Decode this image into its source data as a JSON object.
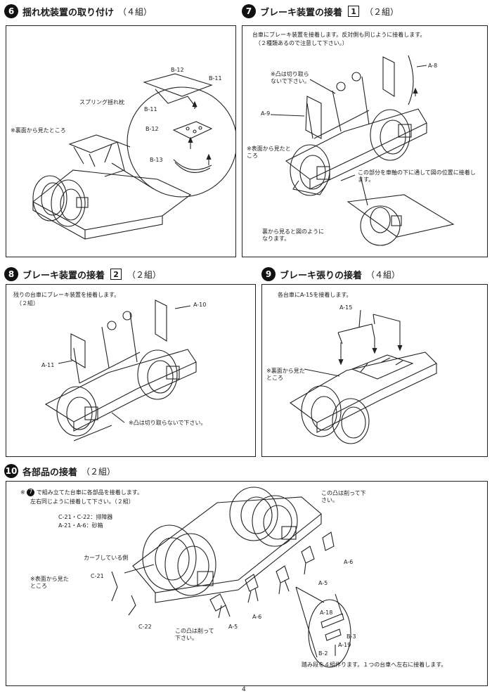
{
  "steps": {
    "s6": {
      "num": "6",
      "title": "揺れ枕装置の取り付け",
      "count": "（４組）",
      "labels": {
        "b12a": "B-12",
        "b11a": "B-11",
        "spring": "スプリング揺れ枕",
        "b11b": "B-11",
        "b12b": "B-12",
        "b13": "B-13",
        "rear": "※裏面から見たところ"
      }
    },
    "s7": {
      "num": "7",
      "title": "ブレーキ装置の接着",
      "box": "1",
      "count": "（２組）",
      "note1": "台車にブレーキ装置を接着します。反対側も同じように接着します。",
      "note2": "（２種類あるので注意して下さい。）",
      "labels": {
        "a8": "A-8",
        "a9": "A-9",
        "tab": "※凸は切り取らないで下さい。",
        "front": "※表面から見たところ",
        "pass": "この部分を車軸の下に通して図の位置に接着します。",
        "back": "裏から見ると図のようになります。"
      }
    },
    "s8": {
      "num": "8",
      "title": "ブレーキ装置の接着",
      "box": "2",
      "count": "（２組）",
      "note1": "残りの台車にブレーキ装置を接着します。",
      "note2": "（２組）",
      "labels": {
        "a10": "A-10",
        "a11": "A-11",
        "tab": "※凸は切り取らないで下さい。"
      }
    },
    "s9": {
      "num": "9",
      "title": "ブレーキ張りの接着",
      "count": "（４組）",
      "note1": "各台車にA-15を接着します。",
      "labels": {
        "a15": "A-15",
        "rear": "※裏面から見たところ"
      }
    },
    "s10": {
      "num": "10",
      "title": "各部品の接着",
      "count": "（２組）",
      "note_ref": "7",
      "note1": "で組み立てた台車に各部品を接着します。",
      "note2": "左右同じように接着して下さい。（２組）",
      "parts1": "C-21・C-22：排障器",
      "parts2": "A-21・A-6：砂箱",
      "labels": {
        "curve": "カーブしている側",
        "rear": "※表面から見たところ",
        "c21": "C-21",
        "c22": "C-22",
        "a6a": "A-6",
        "a5a": "A-5",
        "a6b": "A-6",
        "a5b": "A-5",
        "cut1": "この凸は削って下さい。",
        "cut2": "この凸は削って下さい。",
        "a18": "A-18",
        "b3": "B-3",
        "a19": "A-19",
        "b2": "B-2",
        "steps": "踏み段を４組作ります。１つの台車へ左右に接着します。"
      }
    }
  },
  "page_number": "4"
}
